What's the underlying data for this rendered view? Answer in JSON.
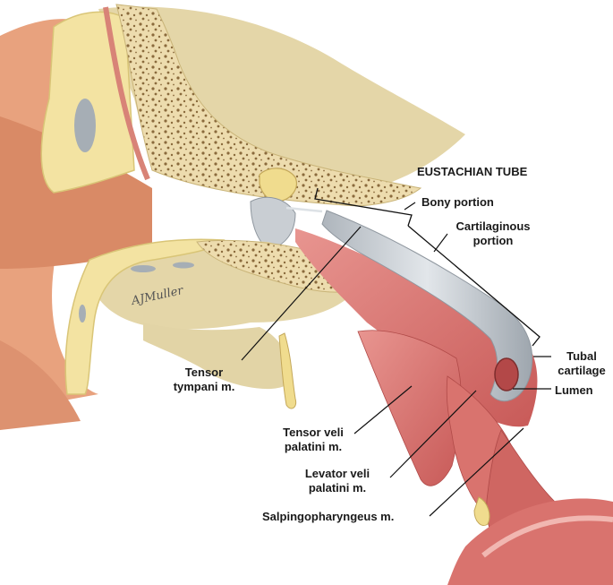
{
  "diagram": {
    "heading": "EUSTACHIAN TUBE",
    "signature": "AJMuller",
    "labels": {
      "bony_portion": "Bony portion",
      "cartilaginous_portion_line1": "Cartilaginous",
      "cartilaginous_portion_line2": "portion",
      "tubal_cartilage_line1": "Tubal",
      "tubal_cartilage_line2": "cartilage",
      "lumen": "Lumen",
      "tensor_tympani_line1": "Tensor",
      "tensor_tympani_line2": "tympani m.",
      "tensor_veli_palatini_line1": "Tensor veli",
      "tensor_veli_palatini_line2": "palatini m.",
      "levator_veli_palatini_line1": "Levator veli",
      "levator_veli_palatini_line2": "palatini m.",
      "salpingopharyngeus": "Salpingopharyngeus m."
    },
    "colors": {
      "skin": "#e8a27e",
      "skin_dark": "#d98a66",
      "bone": "#f3e3a2",
      "bone_edge": "#d9c577",
      "bone_porous": "#ecdcaa",
      "tan_tissue": "#e2d4a6",
      "muscle": "#d9736e",
      "muscle_light": "#eaa09a",
      "cartilage": "#c9ced3",
      "cartilage_dark": "#9aa2aa",
      "leader": "#111111"
    }
  }
}
